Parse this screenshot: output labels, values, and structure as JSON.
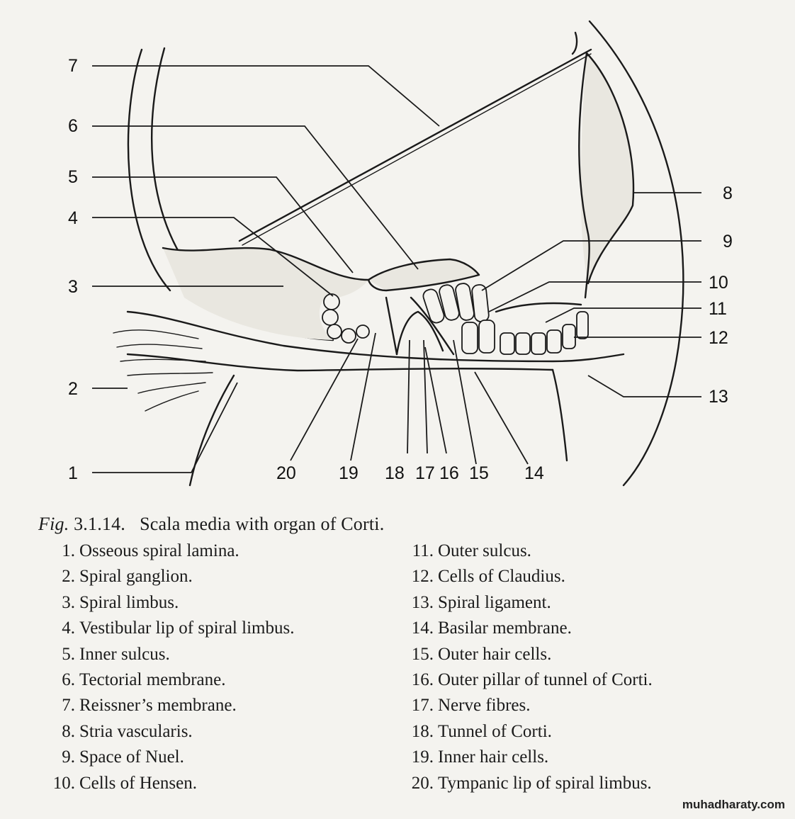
{
  "figure_labels": [
    "1",
    "2",
    "3",
    "4",
    "5",
    "6",
    "7",
    "8",
    "9",
    "10",
    "11",
    "12",
    "13",
    "14",
    "15",
    "16",
    "17",
    "18",
    "19",
    "20"
  ],
  "caption": {
    "prefix": "Fig.",
    "number": "3.1.14.",
    "title": "Scala media with organ of Corti."
  },
  "legend": [
    {
      "n": "1.",
      "text": "Osseous spiral lamina."
    },
    {
      "n": "2.",
      "text": "Spiral ganglion."
    },
    {
      "n": "3.",
      "text": "Spiral limbus."
    },
    {
      "n": "4.",
      "text": "Vestibular lip of spiral limbus."
    },
    {
      "n": "5.",
      "text": "Inner sulcus."
    },
    {
      "n": "6.",
      "text": "Tectorial membrane."
    },
    {
      "n": "7.",
      "text": "Reissner’s membrane."
    },
    {
      "n": "8.",
      "text": "Stria vascularis."
    },
    {
      "n": "9.",
      "text": "Space of Nuel."
    },
    {
      "n": "10.",
      "text": "Cells of Hensen."
    },
    {
      "n": "11.",
      "text": "Outer sulcus."
    },
    {
      "n": "12.",
      "text": "Cells of Claudius."
    },
    {
      "n": "13.",
      "text": "Spiral ligament."
    },
    {
      "n": "14.",
      "text": "Basilar membrane."
    },
    {
      "n": "15.",
      "text": "Outer hair cells."
    },
    {
      "n": "16.",
      "text": "Outer pillar of tunnel of Corti."
    },
    {
      "n": "17.",
      "text": "Nerve fibres."
    },
    {
      "n": "18.",
      "text": "Tunnel of Corti."
    },
    {
      "n": "19.",
      "text": "Inner hair cells."
    },
    {
      "n": "20.",
      "text": "Tympanic lip of spiral limbus."
    }
  ],
  "watermark": "muhadharaty.com"
}
